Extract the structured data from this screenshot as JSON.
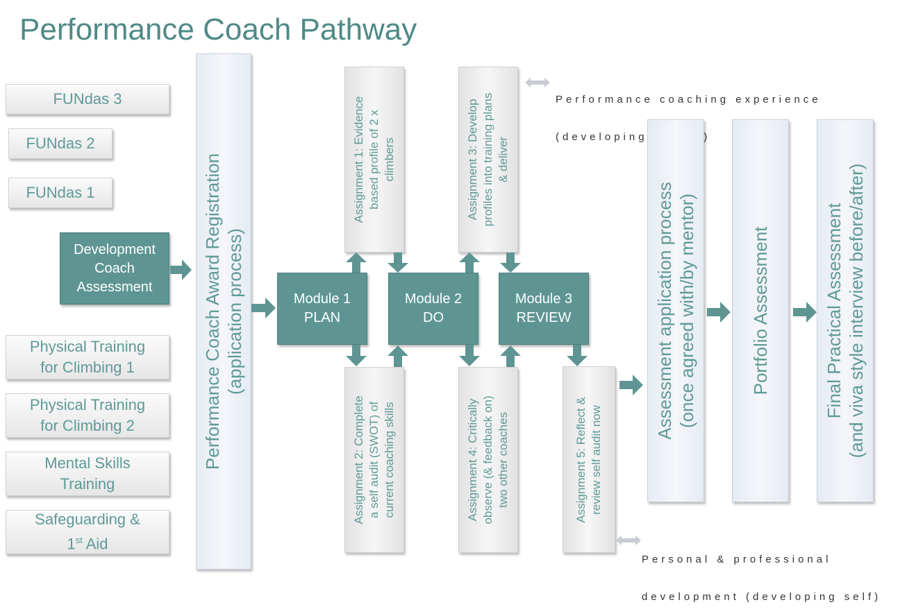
{
  "title": "Performance Coach Pathway",
  "left_column": {
    "fundas3": "FUNdas 3",
    "fundas2": "FUNdas 2",
    "fundas1": "FUNdas 1",
    "dev_coach": [
      "Development",
      "Coach",
      "Assessment"
    ],
    "pt1": [
      "Physical Training",
      "for Climbing 1"
    ],
    "pt2": [
      "Physical Training",
      "for Climbing 2"
    ],
    "mental": [
      "Mental Skills",
      "Training"
    ],
    "safeguarding": {
      "line1": "Safeguarding &",
      "line2_pre": "1",
      "line2_sup": "st",
      "line2_post": " Aid"
    }
  },
  "registration": [
    "Performance Coach Award Registration",
    "(application process)"
  ],
  "modules": {
    "m1": [
      "Module 1",
      "PLAN"
    ],
    "m2": [
      "Module 2",
      "DO"
    ],
    "m3": [
      "Module 3",
      "REVIEW"
    ]
  },
  "assignments": {
    "a1": [
      "Assignment 1: Evidence",
      "based profile of 2 x",
      "climbers"
    ],
    "a2": [
      "Assignment 2: Complete",
      "a self audit (SWOT) of",
      "current coaching skills"
    ],
    "a3": [
      "Assignment 3: Develop",
      "profiles into training plans",
      "& deliver"
    ],
    "a4": [
      "Assignment 4: Critically",
      "observe (& feedback on)",
      "two other coaches"
    ],
    "a5": [
      "Assignment 5: Reflect &",
      "review self audit now"
    ]
  },
  "notes": {
    "top": [
      "Performance coaching experience",
      "(developing others)"
    ],
    "bottom": [
      "Personal & professional",
      "development (developing self)"
    ]
  },
  "assessment": {
    "application": [
      "Assessment application process",
      "(once agreed with/by mentor)"
    ],
    "portfolio": "Portfolio Assessment",
    "final": [
      "Final Practical Assessment",
      "(and viva style interview before/after)"
    ]
  },
  "colors": {
    "accent": "#5e9593",
    "title": "#4f8a87",
    "text": "#5e9a97",
    "double_arrow": "#c9ccd3"
  },
  "icons": {
    "flow": "arrow-right-icon",
    "module_link": "arrow-up-icon",
    "annotation": "double-arrow-icon"
  }
}
